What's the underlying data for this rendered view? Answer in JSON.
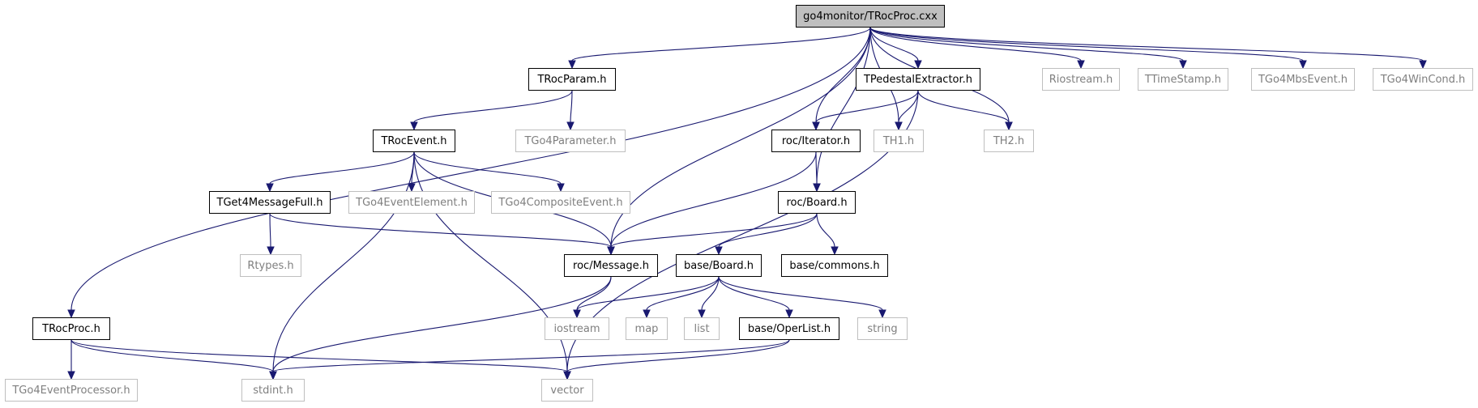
{
  "nodes": {
    "root": {
      "label": "go4monitor/TRocProc.cxx",
      "kind": "root"
    },
    "trocparam": {
      "label": "TRocParam.h",
      "kind": "doc"
    },
    "tpedestal": {
      "label": "TPedestalExtractor.h",
      "kind": "doc"
    },
    "riostream": {
      "label": "Riostream.h",
      "kind": "ext"
    },
    "ttimestamp": {
      "label": "TTimeStamp.h",
      "kind": "ext"
    },
    "tgo4mbsevent": {
      "label": "TGo4MbsEvent.h",
      "kind": "ext"
    },
    "tgo4wincond": {
      "label": "TGo4WinCond.h",
      "kind": "ext"
    },
    "troevent": {
      "label": "TRocEvent.h",
      "kind": "doc"
    },
    "tgo4parameter": {
      "label": "TGo4Parameter.h",
      "kind": "ext"
    },
    "rociterator": {
      "label": "roc/Iterator.h",
      "kind": "doc"
    },
    "th1": {
      "label": "TH1.h",
      "kind": "ext"
    },
    "th2": {
      "label": "TH2.h",
      "kind": "ext"
    },
    "tget4msg": {
      "label": "TGet4MessageFull.h",
      "kind": "doc"
    },
    "tgo4eventelement": {
      "label": "TGo4EventElement.h",
      "kind": "ext"
    },
    "tgo4composite": {
      "label": "TGo4CompositeEvent.h",
      "kind": "ext"
    },
    "rocboard": {
      "label": "roc/Board.h",
      "kind": "doc"
    },
    "rtypes": {
      "label": "Rtypes.h",
      "kind": "ext"
    },
    "rocmessage": {
      "label": "roc/Message.h",
      "kind": "doc"
    },
    "baseboard": {
      "label": "base/Board.h",
      "kind": "doc"
    },
    "basecommons": {
      "label": "base/commons.h",
      "kind": "doc"
    },
    "trocproc": {
      "label": "TRocProc.h",
      "kind": "doc"
    },
    "iostream": {
      "label": "iostream",
      "kind": "ext"
    },
    "map": {
      "label": "map",
      "kind": "ext"
    },
    "list": {
      "label": "list",
      "kind": "ext"
    },
    "baseoperlist": {
      "label": "base/OperList.h",
      "kind": "doc"
    },
    "string": {
      "label": "string",
      "kind": "ext"
    },
    "tgo4eventproc": {
      "label": "TGo4EventProcessor.h",
      "kind": "ext"
    },
    "stdint": {
      "label": "stdint.h",
      "kind": "ext"
    },
    "vector": {
      "label": "vector",
      "kind": "ext"
    }
  },
  "edges": [
    [
      "root",
      "trocparam"
    ],
    [
      "root",
      "tpedestal"
    ],
    [
      "root",
      "riostream"
    ],
    [
      "root",
      "ttimestamp"
    ],
    [
      "root",
      "tgo4mbsevent"
    ],
    [
      "root",
      "tgo4wincond"
    ],
    [
      "root",
      "trocproc"
    ],
    [
      "root",
      "rocmessage"
    ],
    [
      "root",
      "rocboard"
    ],
    [
      "root",
      "rociterator"
    ],
    [
      "root",
      "th1"
    ],
    [
      "root",
      "th2"
    ],
    [
      "trocparam",
      "troevent"
    ],
    [
      "trocparam",
      "tgo4parameter"
    ],
    [
      "tpedestal",
      "rociterator"
    ],
    [
      "tpedestal",
      "th1"
    ],
    [
      "tpedestal",
      "th2"
    ],
    [
      "tpedestal",
      "vector"
    ],
    [
      "troevent",
      "tget4msg"
    ],
    [
      "troevent",
      "tgo4eventelement"
    ],
    [
      "troevent",
      "tgo4composite"
    ],
    [
      "troevent",
      "rocmessage"
    ],
    [
      "troevent",
      "stdint"
    ],
    [
      "troevent",
      "vector"
    ],
    [
      "rociterator",
      "rocboard"
    ],
    [
      "rociterator",
      "rocmessage"
    ],
    [
      "tget4msg",
      "rtypes"
    ],
    [
      "tget4msg",
      "rocmessage"
    ],
    [
      "rocboard",
      "rocmessage"
    ],
    [
      "rocboard",
      "baseboard"
    ],
    [
      "rocboard",
      "basecommons"
    ],
    [
      "rocmessage",
      "iostream"
    ],
    [
      "rocmessage",
      "stdint"
    ],
    [
      "baseboard",
      "iostream"
    ],
    [
      "baseboard",
      "map"
    ],
    [
      "baseboard",
      "list"
    ],
    [
      "baseboard",
      "baseoperlist"
    ],
    [
      "baseboard",
      "string"
    ],
    [
      "baseoperlist",
      "stdint"
    ],
    [
      "baseoperlist",
      "vector"
    ],
    [
      "trocproc",
      "tgo4eventproc"
    ],
    [
      "trocproc",
      "stdint"
    ],
    [
      "trocproc",
      "vector"
    ]
  ],
  "colors": {
    "edge": "#191970",
    "root_fill": "#bfbfbf",
    "doc_border": "#000000",
    "ext_border": "#bfbfbf",
    "ext_text": "#7f7f7f"
  }
}
